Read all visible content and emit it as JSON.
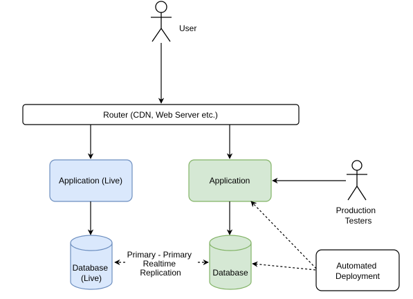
{
  "actors": {
    "user": {
      "label": "User"
    },
    "testers": {
      "label_line1": "Production",
      "label_line2": "Testers"
    }
  },
  "nodes": {
    "router": {
      "label": "Router (CDN, Web Server etc.)"
    },
    "app_live": {
      "label": "Application (Live)"
    },
    "app": {
      "label": "Application"
    },
    "db_live": {
      "label_line1": "Database",
      "label_line2": "(Live)"
    },
    "db": {
      "label": "Database"
    },
    "deploy": {
      "label_line1": "Automated",
      "label_line2": "Deployment"
    }
  },
  "edges": {
    "replication": {
      "line1": "Primary - Primary",
      "line2": "Realtime",
      "line3": "Replication"
    }
  },
  "colors": {
    "stroke": "#000000",
    "live_fill": "#dae8fc",
    "live_stroke": "#6c8ebf",
    "new_fill": "#d5e8d4",
    "new_stroke": "#82b366"
  }
}
